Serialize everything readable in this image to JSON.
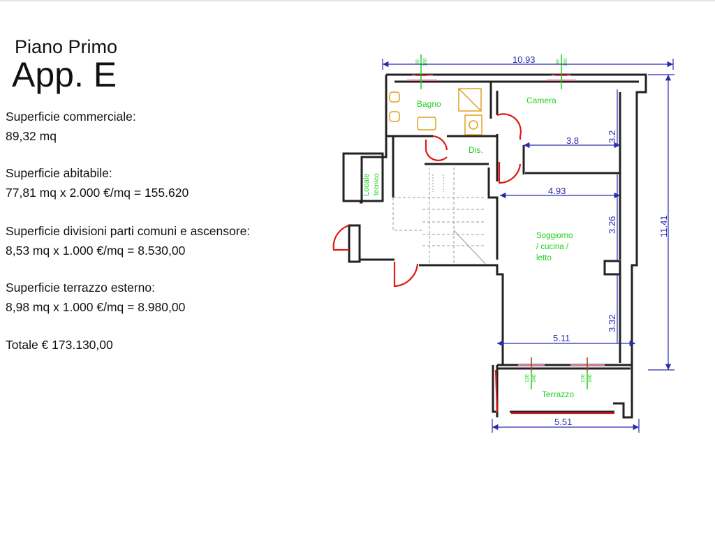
{
  "header": {
    "floor": "Piano Primo",
    "unit": "App. E"
  },
  "areas": [
    {
      "label": "Superficie commerciale:",
      "value": "89,32 mq"
    },
    {
      "label": "Superficie abitabile:",
      "value": "77,81 mq x 2.000 €/mq = 155.620"
    },
    {
      "label": "Superficie divisioni parti comuni e ascensore:",
      "value": "8,53 mq x 1.000 €/mq = 8.530,00"
    },
    {
      "label": "Superficie terrazzo esterno:",
      "value": "8,98 mq x 1.000 €/mq = 8.980,00"
    }
  ],
  "total": "Totale € 173.130,00",
  "plan": {
    "rooms": {
      "bagno": "Bagno",
      "camera": "Camera",
      "dis": "Dis.",
      "locale_1": "Locale",
      "locale_2": "tecnico",
      "soggiorno_1": "Soggiorno",
      "soggiorno_2": "/ cucina /",
      "soggiorno_3": "letto",
      "terrazzo": "Terrazzo"
    },
    "dimensions": {
      "total_width": "10.93",
      "total_height": "11.41",
      "camera_height": "3.2",
      "camera_width": "3.8",
      "living_width_top": "4.93",
      "living_height_mid": "3.26",
      "living_height_low": "3.32",
      "living_width_bottom": "5.11",
      "terrace_width": "5.51"
    },
    "window_notes": {
      "w1_a": "90",
      "w1_b": "160",
      "w2_a": "90",
      "w2_b": "160",
      "w3_a": "120",
      "w3_b": "240",
      "w4_a": "120",
      "w4_b": "240"
    },
    "colors": {
      "wall": "#222222",
      "dimension": "#2a2ab0",
      "room_label": "#1fcf1f",
      "door": "#e01818",
      "fixture": "#e0a020"
    }
  }
}
